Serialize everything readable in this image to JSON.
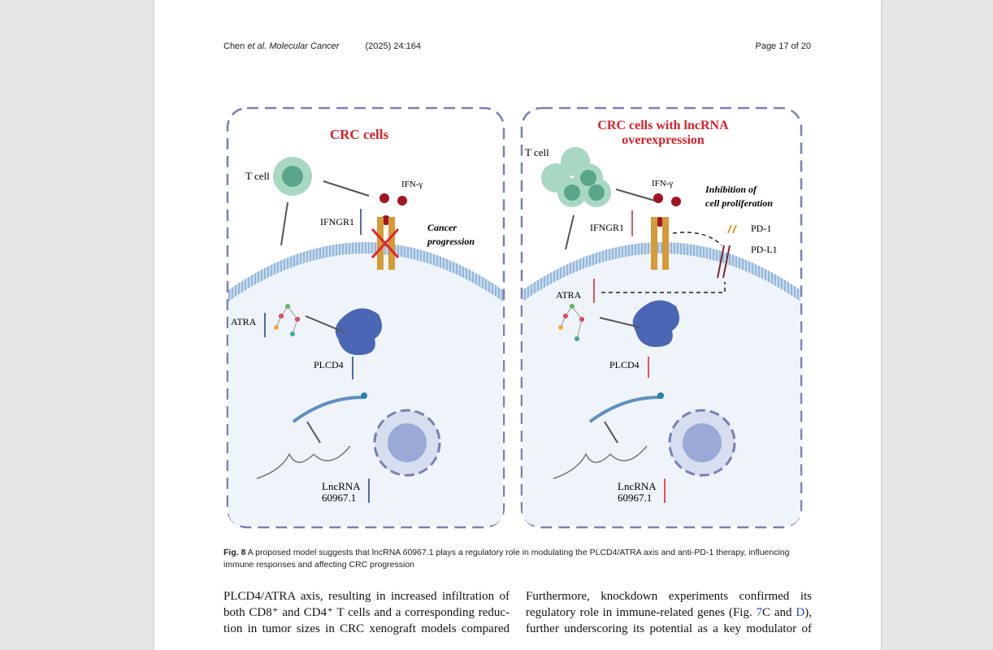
{
  "header": {
    "journal_prefix": "Chen ",
    "journal_italic": "et al. Molecular Cancer",
    "citation": "(2025) 24:164",
    "page": "Page 17 of 20"
  },
  "figure": {
    "left_panel": {
      "title": "CRC cells",
      "t_cell": "T cell",
      "ifn": "IFN-γ",
      "ifngr1": "IFNGR1",
      "cancer_progression_1": "Cancer",
      "cancer_progression_2": "progression",
      "atra": "ATRA",
      "plcd4": "PLCD4",
      "lnc_1": "LncRNA",
      "lnc_2": "60967.1"
    },
    "right_panel": {
      "title_1": "CRC cells with lncRNA",
      "title_2": "overexpression",
      "t_cell": "T cell",
      "ifn": "IFN-γ",
      "ifngr1": "IFNGR1",
      "inhibition_1": "Inhibition of",
      "inhibition_2": "cell proliferation",
      "pd1": "PD-1",
      "pdl1": "PD-L1",
      "atra": "ATRA",
      "plcd4": "PLCD4",
      "lnc_1": "LncRNA",
      "lnc_2": "60967.1"
    },
    "colors": {
      "red": "#d8202a",
      "blue": "#1f3a8a",
      "border": "#7b80b0",
      "cell_fill": "#eef4f9",
      "membrane": "#b9d3ea"
    }
  },
  "caption": {
    "label": "Fig. 8",
    "text": " A proposed model suggests that lncRNA 60967.1 plays a regulatory role in modulating the PLCD4/ATRA axis and anti-PD-1 therapy, influencing immune responses and affecting CRC progression"
  },
  "body": {
    "left": [
      "PLCD4/ATRA axis, resulting in increased infiltration of",
      "both CD8⁺ and CD4⁺ T cells and a corresponding reduc-",
      "tion in tumor sizes in CRC xenograft models compared"
    ],
    "right_1": "Furthermore, knockdown experiments confirmed its",
    "right_2a": "regulatory role in immune-related genes (Fig. ",
    "right_2b": "7",
    "right_2c": "C and ",
    "right_2d": "D",
    "right_2e": "),",
    "right_3": "further underscoring its potential as a key modulator of"
  }
}
